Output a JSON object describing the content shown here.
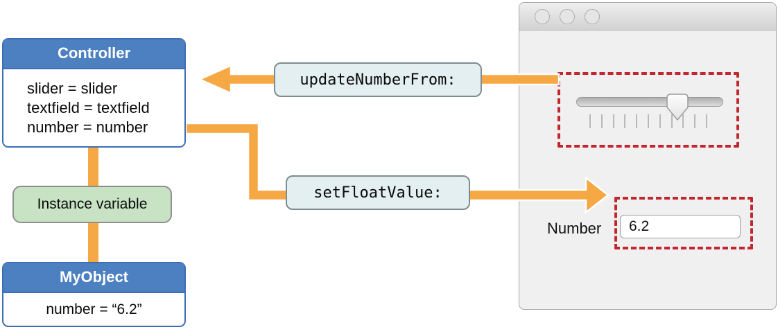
{
  "diagram": {
    "controller": {
      "title": "Controller",
      "lines": [
        "slider = slider",
        "textfield = textfield",
        "number = number"
      ]
    },
    "instance_variable": {
      "label": "Instance variable"
    },
    "my_object": {
      "title": "MyObject",
      "body": "number = “6.2”"
    },
    "messages": {
      "update_number_from": "updateNumberFrom:",
      "set_float_value": "setFloatValue:"
    }
  },
  "window": {
    "titlebar": {
      "buttons": [
        "close-button",
        "minimize-button",
        "zoom-button"
      ]
    },
    "slider": {
      "tick_count": 11,
      "knob_position_pct": 69
    },
    "number_field": {
      "label": "Number",
      "value": "6.2"
    }
  },
  "colors": {
    "arrow_orange": "#f5a843",
    "box_header_blue": "#4c80c1",
    "box_border_blue": "#3d6eb5",
    "instance_green": "#c7e3c4",
    "message_bg": "#e4eff1",
    "highlight_red": "#c1272d",
    "window_bg": "#f0f0f0"
  }
}
